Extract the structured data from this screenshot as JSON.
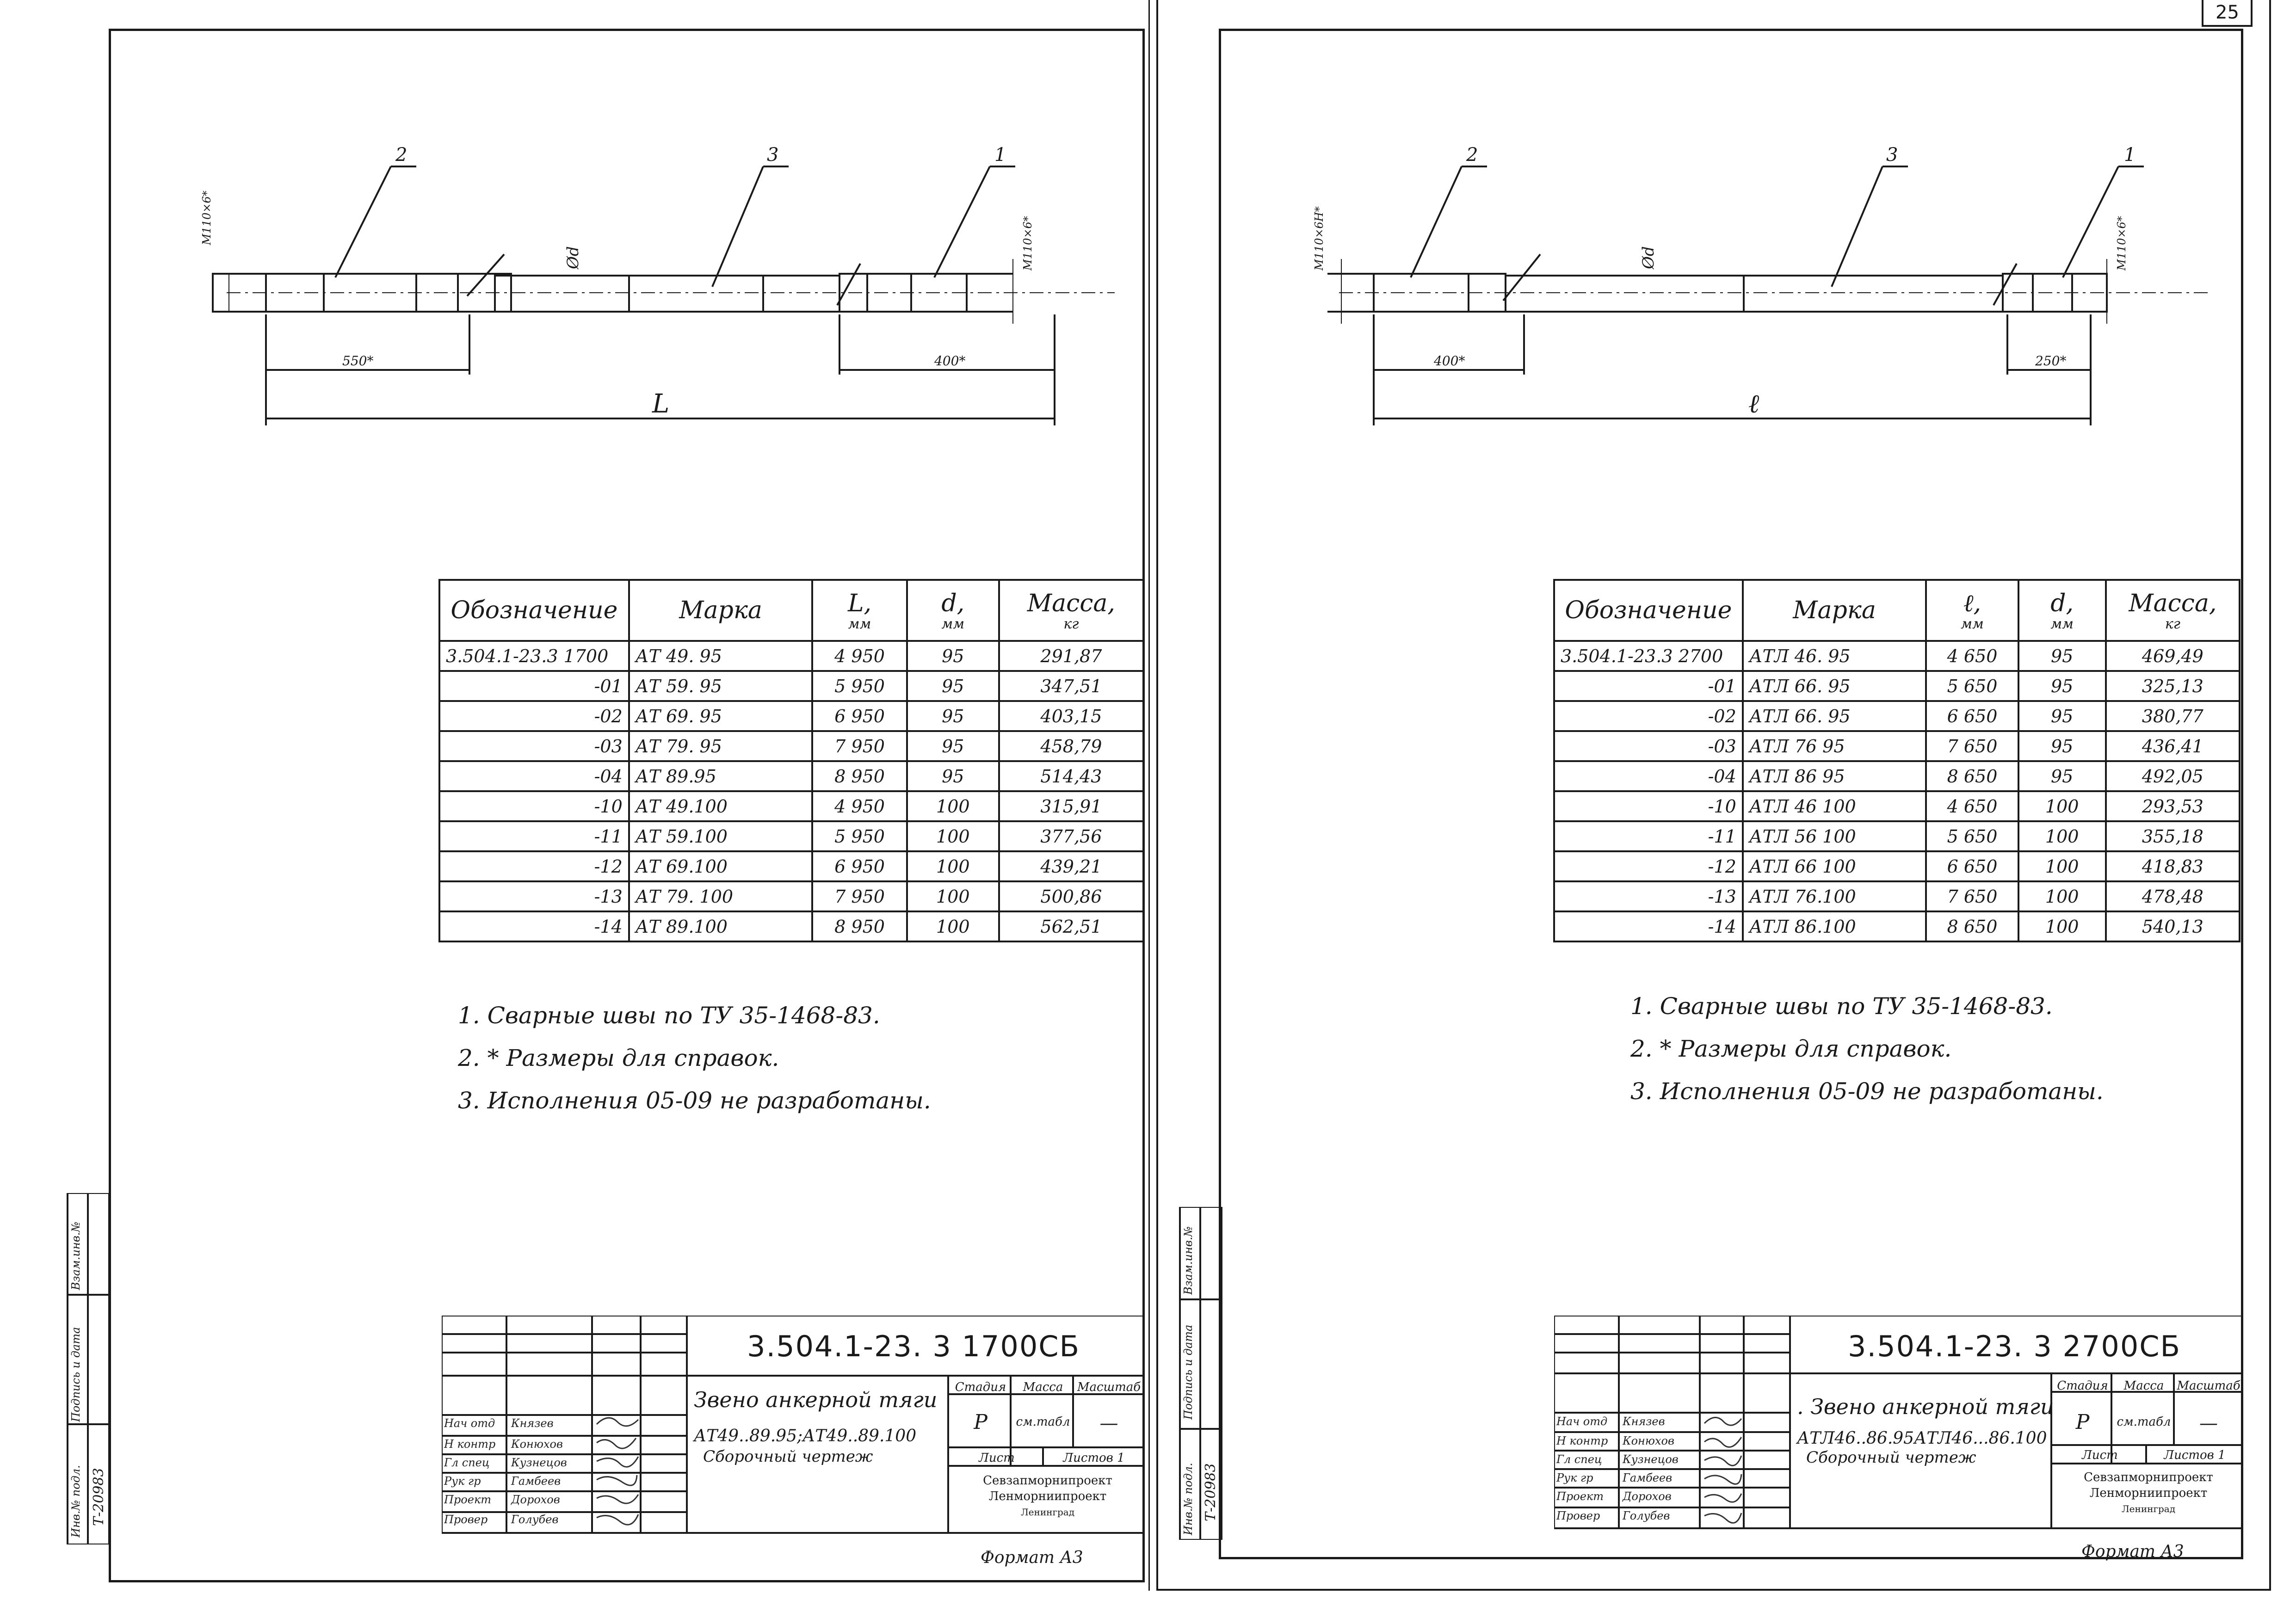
{
  "page_number": "25",
  "sheets": [
    {
      "drawing": {
        "callouts": [
          "2",
          "3",
          "1"
        ],
        "thread_left": "M110×6*",
        "thread_right": "M110×6*",
        "diameter": "Ød",
        "dim_left": "550*",
        "dim_right": "400*",
        "dim_total": "L"
      },
      "table": {
        "headers": {
          "designation": "Обозначение",
          "mark": "Марка",
          "length": "L,",
          "length_unit": "мм",
          "diameter": "d,",
          "diameter_unit": "мм",
          "mass": "Масса,",
          "mass_unit": "кг"
        },
        "rows": [
          {
            "code": "3.504.1-23.3 1700",
            "mark": "АТ 49. 95",
            "l": "4 950",
            "d": "95",
            "m": "291,87"
          },
          {
            "code": "-01",
            "mark": "АТ 59. 95",
            "l": "5 950",
            "d": "95",
            "m": "347,51"
          },
          {
            "code": "-02",
            "mark": "АТ 69. 95",
            "l": "6 950",
            "d": "95",
            "m": "403,15"
          },
          {
            "code": "-03",
            "mark": "АТ 79. 95",
            "l": "7 950",
            "d": "95",
            "m": "458,79"
          },
          {
            "code": "-04",
            "mark": "АТ 89.95",
            "l": "8 950",
            "d": "95",
            "m": "514,43"
          },
          {
            "code": "-10",
            "mark": "АТ 49.100",
            "l": "4 950",
            "d": "100",
            "m": "315,91"
          },
          {
            "code": "-11",
            "mark": "АТ 59.100",
            "l": "5 950",
            "d": "100",
            "m": "377,56"
          },
          {
            "code": "-12",
            "mark": "АТ 69.100",
            "l": "6 950",
            "d": "100",
            "m": "439,21"
          },
          {
            "code": "-13",
            "mark": "АТ 79. 100",
            "l": "7 950",
            "d": "100",
            "m": "500,86"
          },
          {
            "code": "-14",
            "mark": "АТ 89.100",
            "l": "8 950",
            "d": "100",
            "m": "562,51"
          }
        ]
      },
      "notes": [
        "1. Сварные   швы   по   ТУ 35-1468-83.",
        "2. *   Размеры   для   справок.",
        "3. Исполнения 05-09 не разработаны."
      ],
      "title_block": {
        "code": "3.504.1-23. 3   1700СБ",
        "name": "Звено анкерной тяги",
        "subname": "АТ49..89.95;АТ49..89.100",
        "doc_type": "Сборочный   чертеж",
        "stage_label": "Стадия",
        "mass_label": "Масса",
        "scale_label": "Масштаб",
        "stage": "Р",
        "mass": "см.табл",
        "scale": "—",
        "sheet_label": "Лист",
        "sheets_label": "Листов 1",
        "org": [
          "Севзапморнипроект",
          "Ленморниипроект",
          "Ленинград"
        ],
        "roles": [
          "Нач отд",
          "Н контр",
          "Гл спец",
          "Рук гр",
          "Проект",
          "Провер"
        ],
        "names": [
          "Князев",
          "Конюхов",
          "Кузнецов",
          "Гамбеев",
          "Дорохов",
          "Голубев"
        ]
      },
      "side_labels": [
        "Инв.№ подл.",
        "Подпись и дата",
        "Взам.инв.№"
      ],
      "side_inv": "Т-20983",
      "format": "Формат А3"
    },
    {
      "drawing": {
        "callouts": [
          "2",
          "3",
          "1"
        ],
        "thread_left": "M110×6Н*",
        "thread_right": "M110×6*",
        "diameter": "Ød",
        "dim_left": "400*",
        "dim_right": "250*",
        "dim_total": "ℓ"
      },
      "table": {
        "headers": {
          "designation": "Обозначение",
          "mark": "Марка",
          "length": "ℓ,",
          "length_unit": "мм",
          "diameter": "d,",
          "diameter_unit": "мм",
          "mass": "Масса,",
          "mass_unit": "кг"
        },
        "rows": [
          {
            "code": "3.504.1-23.3 2700",
            "mark": "АТЛ 46. 95",
            "l": "4 650",
            "d": "95",
            "m": "469,49"
          },
          {
            "code": "-01",
            "mark": "АТЛ 66. 95",
            "l": "5 650",
            "d": "95",
            "m": "325,13"
          },
          {
            "code": "-02",
            "mark": "АТЛ 66. 95",
            "l": "6 650",
            "d": "95",
            "m": "380,77"
          },
          {
            "code": "-03",
            "mark": "АТЛ 76 95",
            "l": "7 650",
            "d": "95",
            "m": "436,41"
          },
          {
            "code": "-04",
            "mark": "АТЛ 86 95",
            "l": "8 650",
            "d": "95",
            "m": "492,05"
          },
          {
            "code": "-10",
            "mark": "АТЛ 46 100",
            "l": "4 650",
            "d": "100",
            "m": "293,53"
          },
          {
            "code": "-11",
            "mark": "АТЛ 56 100",
            "l": "5 650",
            "d": "100",
            "m": "355,18"
          },
          {
            "code": "-12",
            "mark": "АТЛ 66 100",
            "l": "6 650",
            "d": "100",
            "m": "418,83"
          },
          {
            "code": "-13",
            "mark": "АТЛ 76.100",
            "l": "7 650",
            "d": "100",
            "m": "478,48"
          },
          {
            "code": "-14",
            "mark": "АТЛ 86.100",
            "l": "8 650",
            "d": "100",
            "m": "540,13"
          }
        ]
      },
      "notes": [
        "1. Сварные   швы   по   ТУ 35-1468-83.",
        "2. *   Размеры   для   справок.",
        "3. Исполнения 05-09 не разработаны."
      ],
      "title_block": {
        "code": "3.504.1-23. 3   2700СБ",
        "name": ". Звено анкерной тяги",
        "subname": "АТЛ46..86.95АТЛ46...86.100",
        "doc_type": "Сборочный   чертеж",
        "stage_label": "Стадия",
        "mass_label": "Масса",
        "scale_label": "Масштаб",
        "stage": "Р",
        "mass": "см.табл",
        "scale": "—",
        "sheet_label": "Лист",
        "sheets_label": "Листов 1",
        "org": [
          "Севзапморнипроект",
          "Ленморниипроект",
          "Ленинград"
        ],
        "roles": [
          "Нач отд",
          "Н контр",
          "Гл спец",
          "Рук гр",
          "Проект",
          "Провер"
        ],
        "names": [
          "Князев",
          "Конюхов",
          "Кузнецов",
          "Гамбеев",
          "Дорохов",
          "Голубев"
        ]
      },
      "side_labels": [
        "Инв.№ подл.",
        "Подпись и дата",
        "Взам.инв.№"
      ],
      "side_inv": "Т-20983",
      "format": "Формат А3"
    }
  ]
}
